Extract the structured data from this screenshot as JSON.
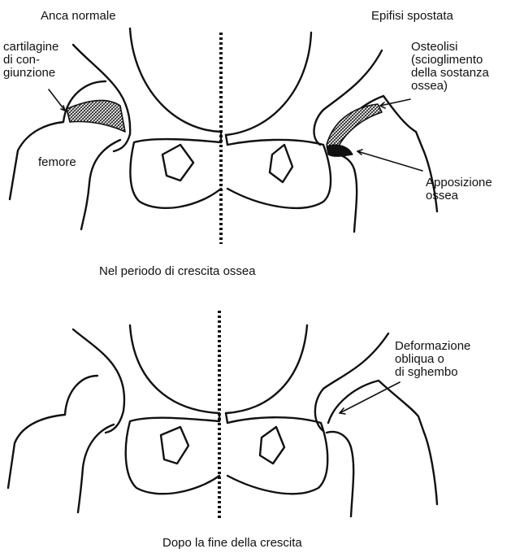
{
  "top": {
    "left_title": "Anca normale",
    "right_title": "Epifisi spostata",
    "cartilage_label": [
      "cartilagine",
      "di con-",
      "giunzione"
    ],
    "femur_label": "femore",
    "osteolysis_label": [
      "Osteolisi",
      "(scioglimento",
      "della sostanza",
      "ossea)"
    ],
    "apposition_label": [
      "Apposizione",
      "ossea"
    ],
    "caption": "Nel periodo di crescita ossea"
  },
  "bottom": {
    "deformation_label": [
      "Deformazione",
      "obliqua o",
      "di sghembo"
    ],
    "caption": "Dopo la fine della crescita"
  },
  "colors": {
    "ink": "#111111",
    "paper": "#ffffff"
  }
}
